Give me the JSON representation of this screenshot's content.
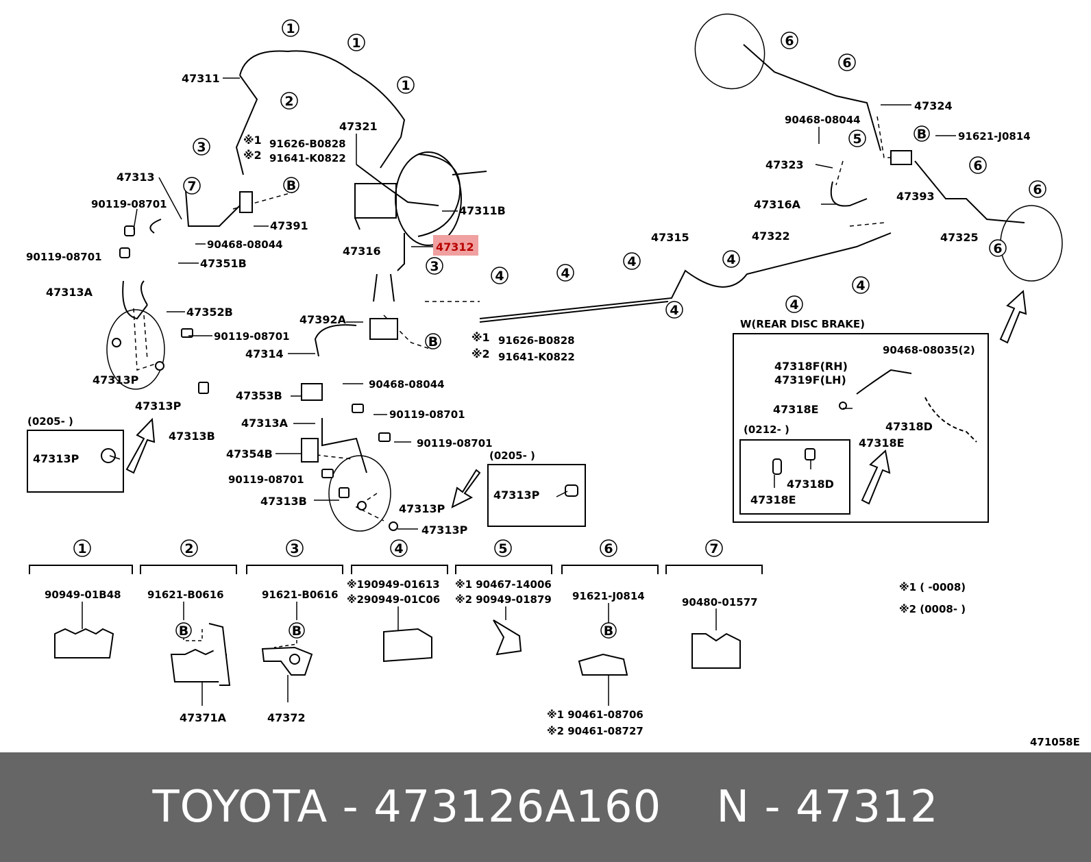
{
  "diagram": {
    "labels": {
      "p47311": "47311",
      "p47321": "47321",
      "p47313": "47313",
      "p90119_a": "90119-08701",
      "p90119_b": "90119-08701",
      "p90119_c": "90119-08701",
      "p90119_d": "90119-08701",
      "p90119_e": "90119-08701",
      "p90119_f": "90119-08701",
      "p47313A_1": "47313A",
      "p47313A_2": "47313A",
      "p47391": "47391",
      "p90468_a": "90468-08044",
      "p90468_b": "90468-08044",
      "p90468_c": "90468-08044",
      "p47351B": "47351B",
      "p47352B": "47352B",
      "p47311B": "47311B",
      "p47312": "47312",
      "p47316": "47316",
      "p47392A": "47392A",
      "p47314": "47314",
      "p47313P_1": "47313P",
      "p47313P_2": "47313P",
      "p47313P_3": "47313P",
      "p47313P_4": "47313P",
      "p47313P_5": "47313P",
      "p47313P_6": "47313P",
      "p47313B_1": "47313B",
      "p47313B_2": "47313B",
      "p47353B": "47353B",
      "p47354B": "47354B",
      "p47315": "47315",
      "p47322": "47322",
      "p47324": "47324",
      "p47323": "47323",
      "p47316A": "47316A",
      "p47393": "47393",
      "p47325": "47325",
      "p91621_J0814_a": "91621-J0814",
      "p91621_J0814_b": "91621-J0814",
      "p91626": "91626-B0828",
      "p91641": "91641-K0822",
      "p91626_b": "91626-B0828",
      "p91641_b": "91641-K0822",
      "note1": "※1",
      "note2": "※2",
      "note1b": "※1",
      "note2b": "※2",
      "b_code": "B",
      "rear_disc_title": "W(REAR DISC BRAKE)",
      "p90468_08035": "90468-08035(2)",
      "p47318F": "47318F(RH)",
      "p47319F": "47319F(LH)",
      "p47318E_1": "47318E",
      "p47318E_2": "47318E",
      "p47318E_3": "47318E",
      "p47318D_1": "47318D",
      "p47318D_2": "47318D",
      "date_0212": "(0212-      )",
      "date_0205_a": "(0205-      )",
      "date_0205_b": "(0205-      )",
      "n1": "1",
      "n2": "2",
      "n3": "3",
      "n4": "4",
      "n5": "5",
      "n6": "6",
      "n7": "7",
      "k1_part": "90949-01B48",
      "k2_part": "91621-B0616",
      "k2_sub": "47371A",
      "k3_part": "91621-B0616",
      "k3_sub": "47372",
      "k4_part1": "※190949-01613",
      "k4_part2": "※290949-01C06",
      "k5_part1": "※1 90467-14006",
      "k5_part2": "※2 90949-01879",
      "k6_part": "91621-J0814",
      "k6_sub1": "※1 90461-08706",
      "k6_sub2": "※2 90461-08727",
      "k7_part": "90480-01577",
      "legend1": "※1 (      -0008)",
      "legend2": "※2 (0008-      )",
      "fig_no": "471058E"
    }
  },
  "footer": {
    "brand_part": "TOYOTA - 473126A160",
    "ref": "N - 47312"
  },
  "colors": {
    "highlight": "#f0a0a0",
    "footer_bg": "#666666"
  }
}
